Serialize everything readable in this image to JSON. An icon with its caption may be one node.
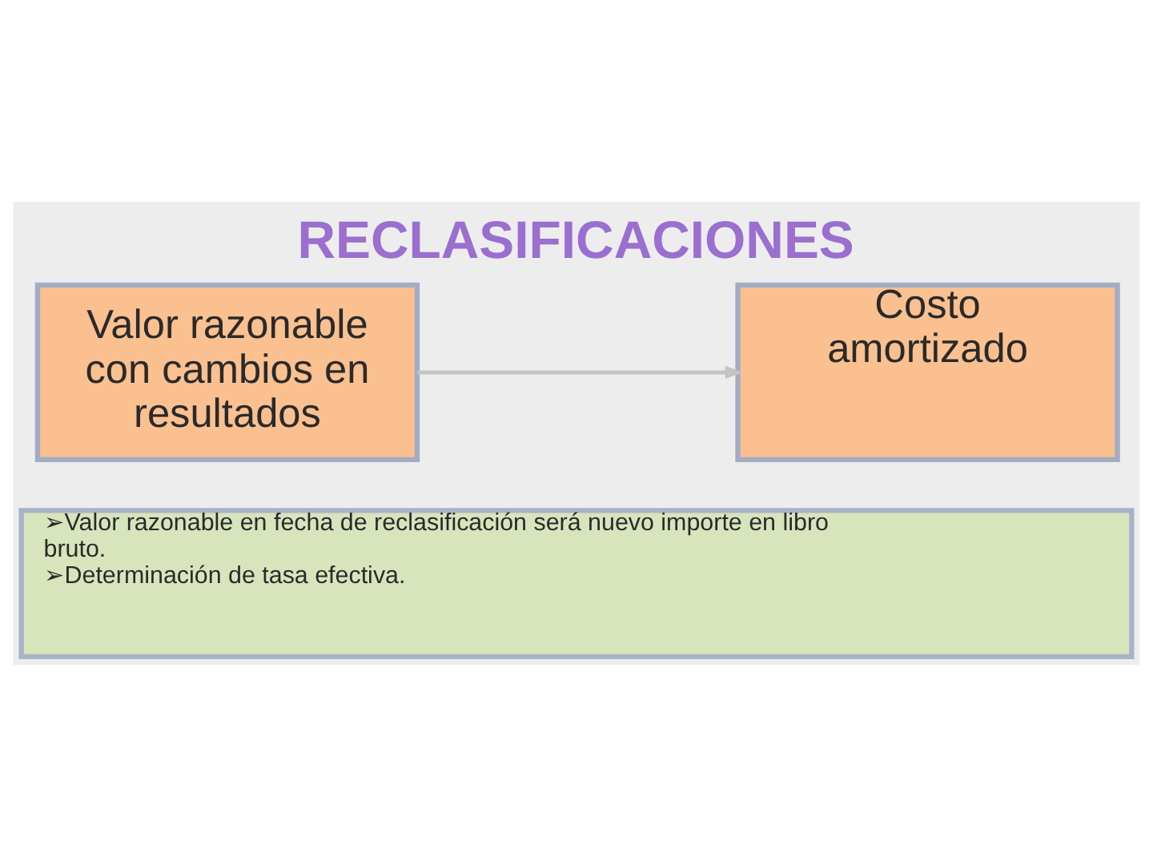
{
  "diagram": {
    "title": "RECLASIFICACIONES",
    "nodes": [
      {
        "text": [
          "Valor razonable con cambios en resultados"
        ]
      },
      {
        "text": [
          "Costo amortizado"
        ]
      },
      {
        "text": [
          "➢Valor razonable en fecha de reclasificación será nuevo importe en libro bruto.",
          "➢Determinación de tasa efectiva."
        ]
      }
    ],
    "edges": [
      {
        "from": 0,
        "to": 1,
        "arrow": "to"
      }
    ]
  }
}
